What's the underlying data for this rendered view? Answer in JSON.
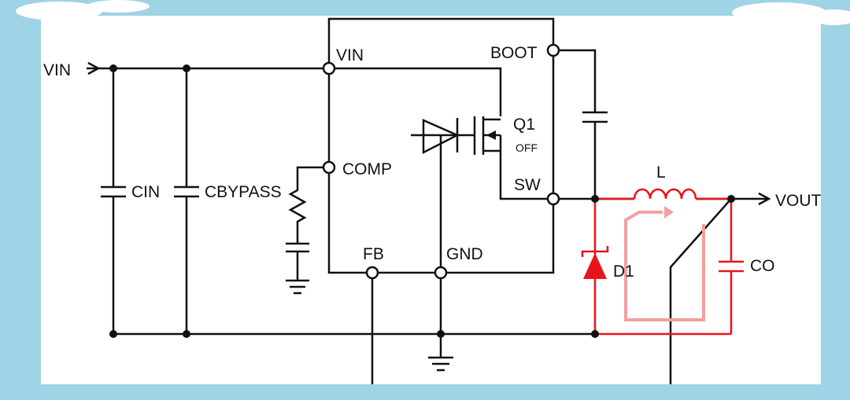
{
  "labels": {
    "vin_input": "VIN",
    "vin_pin": "VIN",
    "boot": "BOOT",
    "comp": "COMP",
    "sw": "SW",
    "fb": "FB",
    "gnd": "GND",
    "cin": "CIN",
    "cbypass": "CBYPASS",
    "q1": "Q1",
    "q1_state": "OFF",
    "inductor": "L",
    "diode": "D1",
    "vout": "VOUT",
    "co": "CO"
  },
  "colors": {
    "background": "#9fd3e6",
    "panel": "#ffffff",
    "wire": "#111111",
    "highlight_path": "#e8141b",
    "current_loop": "#f2a0a0"
  }
}
